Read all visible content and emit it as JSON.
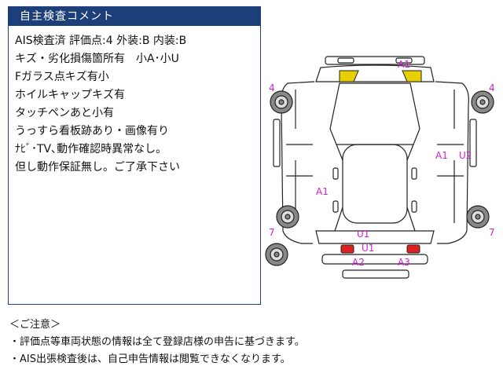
{
  "panel": {
    "title": "自主検査コメント",
    "comments": [
      "AIS検査済 評価点:4 外装:B 内装:B",
      "キズ・劣化損傷箇所有　小A･小U",
      "Fガラス点キズ有小",
      "ホイルキャップキズ有",
      "タッチペンあと小有",
      "うっすら看板跡あり・画像有り",
      "ﾅﾋﾞ･TV､動作確認時異常なし。",
      "但し動作保証無し。ご了承下さい"
    ]
  },
  "diagram": {
    "marks": {
      "front_bumper": "A1",
      "left_front_tire": "4",
      "right_front_tire": "4",
      "right_doors_a": "A1",
      "right_doors_u": "U2",
      "left_body": "A1",
      "left_rear_tire": "7",
      "right_rear_tire": "7",
      "tailgate": "U1",
      "rear_lamp": "U1",
      "rear_bumper_left": "A2",
      "rear_bumper_right": "A3"
    },
    "colors": {
      "mark_text": "#cc22cc",
      "windshield_highlight": "#e8d000",
      "rear_lamp_highlight": "#e02020",
      "outline": "#222222"
    }
  },
  "notes": {
    "heading": "＜ご注意＞",
    "line1": "・評価点等車両状態の情報は全て登録店様の申告に基づきます。",
    "line2": "・AIS出張検査後は、自己申告情報は閲覧できなくなります。"
  }
}
